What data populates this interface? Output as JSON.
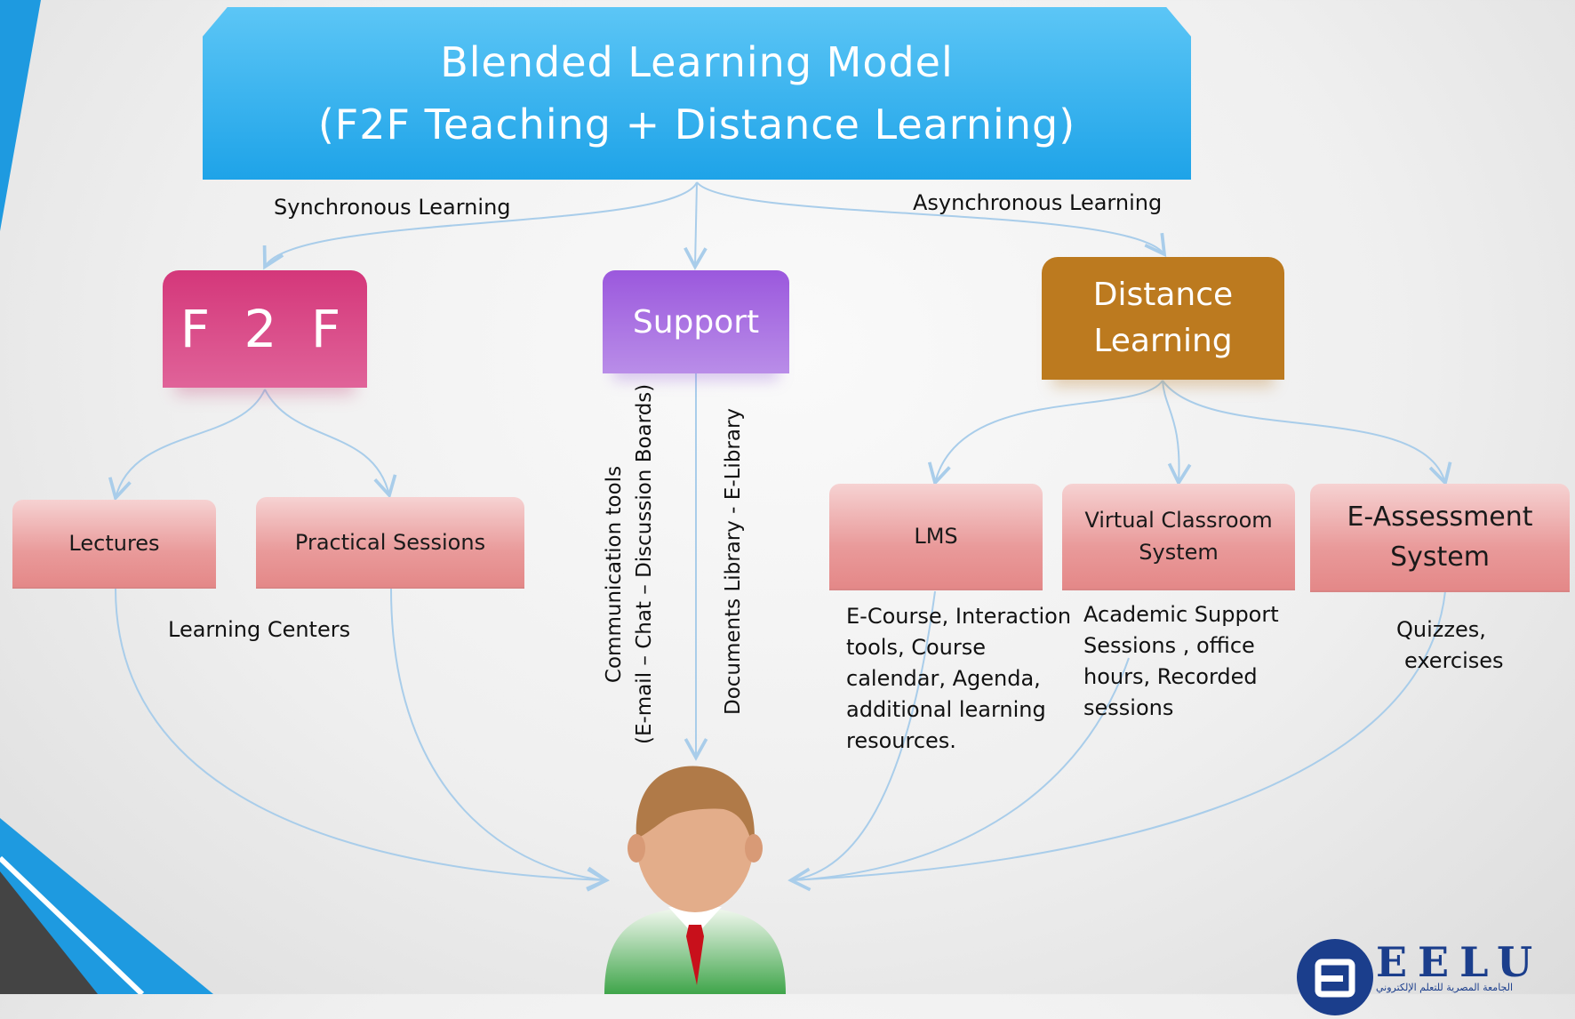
{
  "title": {
    "line1": "Blended Learning Model",
    "line2": "(F2F Teaching + Distance Learning)"
  },
  "labels": {
    "synchronous": "Synchronous Learning",
    "asynchronous": "Asynchronous Learning",
    "learning_centers": "Learning Centers"
  },
  "branches": {
    "f2f": "F 2 F",
    "support": "Support",
    "distance_line1": "Distance",
    "distance_line2": "Learning"
  },
  "f2f_children": {
    "lectures": "Lectures",
    "practical": "Practical Sessions"
  },
  "support_details": {
    "communication_line1": "Communication tools",
    "communication_line2": "(E-mail – Chat – Discussion Boards)",
    "documents": "Documents  Library - E-Library"
  },
  "distance_children": {
    "lms": "LMS",
    "virtual_line1": "Virtual Classroom",
    "virtual_line2": "System",
    "eassess_line1": "E-Assessment",
    "eassess_line2": "System"
  },
  "descriptions": {
    "lms": [
      "E-Course, Interaction",
      "tools, Course",
      "calendar, Agenda,",
      "additional learning",
      "resources."
    ],
    "virtual": [
      "Academic Support",
      "Sessions , office",
      "hours, Recorded",
      "sessions"
    ],
    "eassess": [
      "Quizzes,",
      "exercises"
    ]
  },
  "logo": {
    "name": "EELU",
    "arabic": "الجامعة المصرية للتعلم الإلكتروني"
  },
  "colors": {
    "title": "#1ea3e8",
    "f2f": "#d4377a",
    "support": "#9b58dd",
    "distance": "#bc7a1f",
    "child": "#e99a9a",
    "connector": "#a9cdea",
    "logo": "#1b3e8c"
  },
  "icons": {
    "learner": "person-icon",
    "logo": "eelu-logo-icon"
  }
}
